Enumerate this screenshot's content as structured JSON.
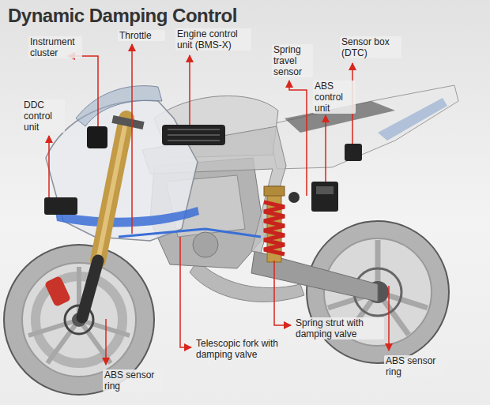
{
  "diagram": {
    "title": "Dynamic Damping Control",
    "labels": [
      "Instrument cluster",
      "Throttle",
      "Engine control unit (BMS-X)",
      "Spring travel sensor",
      "ABS control unit",
      "Sensor box (DTC)",
      "DDC control unit",
      "Spring strut with damping valve",
      "ABS sensor ring",
      "Telescopic fork with damping valve",
      "ABS sensor ring"
    ]
  }
}
